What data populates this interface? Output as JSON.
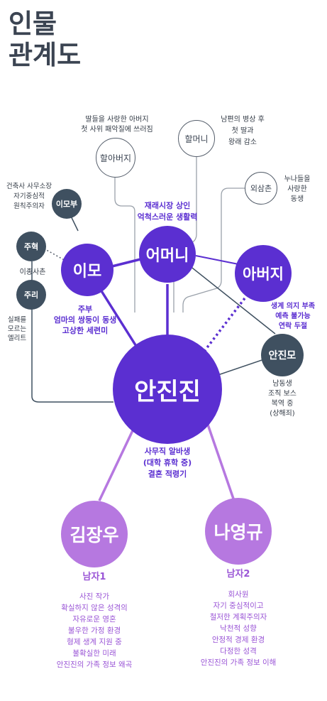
{
  "title": {
    "line1": "인물",
    "line2": "관계도"
  },
  "nodes": {
    "center": "안진진",
    "mother": "어머니",
    "father": "아버지",
    "aunt": "이모",
    "brother": "안진모",
    "grandfather": "할아버지",
    "grandmother": "할머니",
    "oesamchon": "외삼촌",
    "imobu": "이모부",
    "juhyeok": "주혁",
    "juri": "주리",
    "man1": "김장우",
    "man2": "나영규"
  },
  "notes": {
    "grandfather": [
      "딸들을 사랑한 아버지",
      "첫 사위 패악질에 쓰러짐"
    ],
    "grandmother": [
      "남편의 병상 후",
      "첫 딸과",
      "왕래 감소"
    ],
    "oesamchon": [
      "누나들을",
      "사랑한",
      "동생"
    ],
    "imobu": [
      "건축사 사무소장",
      "자기중심적",
      "원칙주의자"
    ],
    "cousin": "이종사촌",
    "juri": [
      "실패를",
      "모르는",
      "엘리트"
    ],
    "mother": [
      "재래시장 상인",
      "억척스러운 생활력"
    ],
    "father": [
      "생계 의지 부족",
      "예측 불가능",
      "연락 두절"
    ],
    "aunt": [
      "주부",
      "엄마의 쌍둥이 동생",
      "고상한 세련미"
    ],
    "brother": [
      "남동생",
      "조직 보스",
      "복역 중",
      "(상해죄)"
    ],
    "center": [
      "사무직 알바생",
      "(대학 휴학 중)",
      "결혼 적령기"
    ],
    "man1_label": "남자1",
    "man1": [
      "사진 작가",
      "확실하지 않은 성격의",
      "자유로운 영혼",
      "불우한 가정 환경",
      "형제 생계 지원 중",
      "불확실한 미래",
      "안진진의 가족 정보 왜곡"
    ],
    "man2_label": "남자2",
    "man2": [
      "회사원",
      "자기 중심적이고",
      "철저한 계획주의자",
      "낙천적 성향",
      "안정적 경제 환경",
      "다정한 성격",
      "안진진의 가족 정보 이해"
    ]
  },
  "colors": {
    "purple": "#5b2fd1",
    "lilac": "#b678e0",
    "slate": "#3f5060",
    "text": "#3b4452"
  }
}
